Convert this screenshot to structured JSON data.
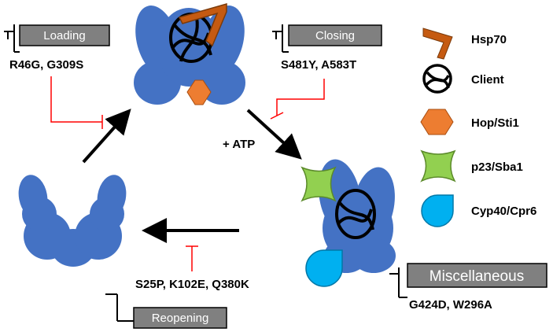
{
  "stages": {
    "loading": {
      "label": "Loading",
      "mutations": "R46G, G309S"
    },
    "closing": {
      "label": "Closing",
      "mutations": "S481Y, A583T"
    },
    "reopening": {
      "label": "Reopening",
      "mutations": "S25P, K102E, Q380K"
    },
    "misc": {
      "label": "Miscellaneous",
      "mutations": "G424D, W296A"
    }
  },
  "atp_label": "+ ATP",
  "legend": [
    {
      "label": "Hsp70",
      "icon": "hsp70-chevron-icon",
      "color": "#c55a11"
    },
    {
      "label": "Client",
      "icon": "client-tangle-icon",
      "color": "#000000"
    },
    {
      "label": "Hop/Sti1",
      "icon": "hop-hexagon-icon",
      "color": "#ed7d31"
    },
    {
      "label": "p23/Sba1",
      "icon": "p23-star-icon",
      "color": "#92d050"
    },
    {
      "label": "Cyp40/Cpr6",
      "icon": "cyp40-drop-icon",
      "color": "#00b0f0"
    }
  ],
  "colors": {
    "hsp90": "#4472c4",
    "stage_box": "#808080",
    "inhibition": "#ff0000",
    "arrow": "#000000"
  }
}
